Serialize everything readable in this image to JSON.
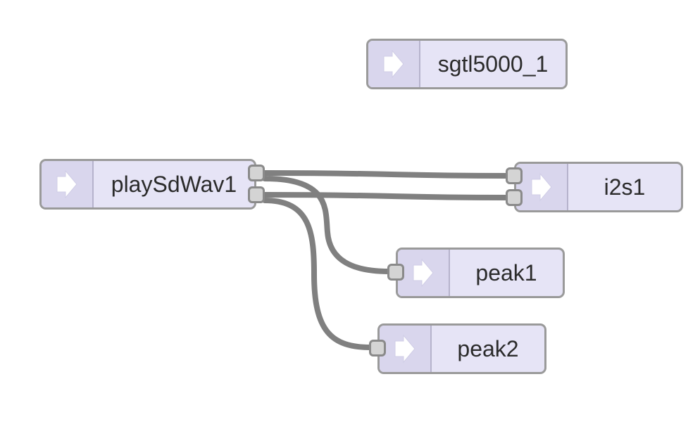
{
  "nodes": [
    {
      "id": "sgtl5000_1",
      "label": "sgtl5000_1",
      "icon": "arrow-right-icon"
    },
    {
      "id": "playSdWav1",
      "label": "playSdWav1",
      "icon": "arrow-right-icon"
    },
    {
      "id": "i2s1",
      "label": "i2s1",
      "icon": "arrow-right-icon"
    },
    {
      "id": "peak1",
      "label": "peak1",
      "icon": "arrow-right-icon"
    },
    {
      "id": "peak2",
      "label": "peak2",
      "icon": "arrow-right-icon"
    }
  ],
  "connections": [
    {
      "from": "playSdWav1",
      "from_port": 0,
      "to": "i2s1",
      "to_port": 0
    },
    {
      "from": "playSdWav1",
      "from_port": 1,
      "to": "i2s1",
      "to_port": 1
    },
    {
      "from": "playSdWav1",
      "from_port": 0,
      "to": "peak1",
      "to_port": 0
    },
    {
      "from": "playSdWav1",
      "from_port": 1,
      "to": "peak2",
      "to_port": 0
    }
  ],
  "colors": {
    "node_fill": "#e6e4f6",
    "node_border": "#9a9a9a",
    "wire": "#808080",
    "port_fill": "#d4d4d4"
  }
}
